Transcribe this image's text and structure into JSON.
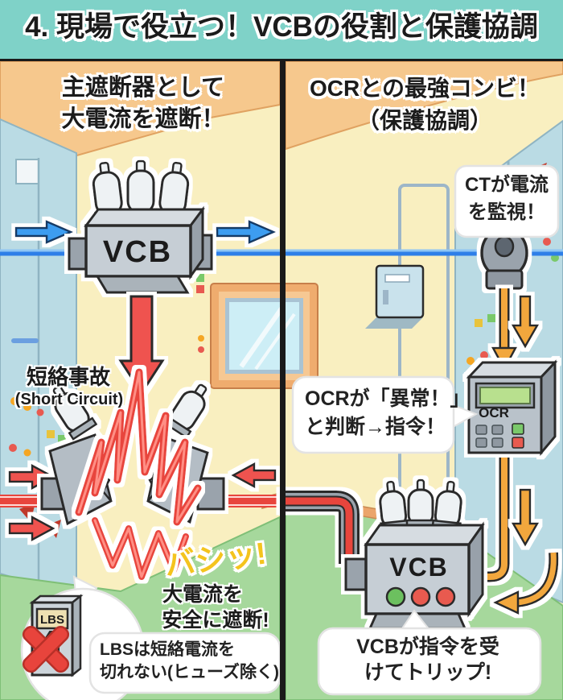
{
  "title": "4. 現場で役立つ！VCBの役割と保護協調",
  "palette": {
    "teal": "#7fd2c8",
    "wall_cream": "#f9efc0",
    "ceiling_peach": "#f6c88d",
    "floor_green": "#a6d89c",
    "cabinet_blue": "#badbe4",
    "line_blue": "#2f7fe8",
    "arrow_blue": "#3d9df0",
    "alert_red": "#e8443c",
    "arrow_red": "#ef5350",
    "wire_orange": "#f2a73e",
    "impact_yellow": "#f4c41e",
    "lcd_green": "#b8e08e",
    "indicator_green": "#6cc05e",
    "metal_gray": "#c6ced5",
    "ink": "#1b1b1b"
  },
  "left_panel": {
    "heading_line1": "主遮断器として",
    "heading_line2": "大電流を遮断！",
    "vcb_label": "VCB",
    "fault_label_jp": "短絡事故",
    "fault_label_en": "(Short Circuit)",
    "impact_text": "バシッ!",
    "result_line1": "大電流を",
    "result_line2": "安全に遮断!",
    "lbs_label": "LBS",
    "lbs_note_line1": "LBSは短絡電流を",
    "lbs_note_line2": "切れない(ヒューズ除く)"
  },
  "right_panel": {
    "heading_line1": "OCRとの最強コンビ！",
    "heading_line2": "（保護協調）",
    "ct_bubble_line1": "CTが電流",
    "ct_bubble_line2": "を監視！",
    "ocr_bubble_line1": "OCRが「異常！」",
    "ocr_bubble_line2": "と判断→指令！",
    "ocr_label": "OCR",
    "vcb_label": "VCB",
    "trip_bubble_line1": "VCBが指令を受",
    "trip_bubble_line2": "けてトリップ!"
  }
}
